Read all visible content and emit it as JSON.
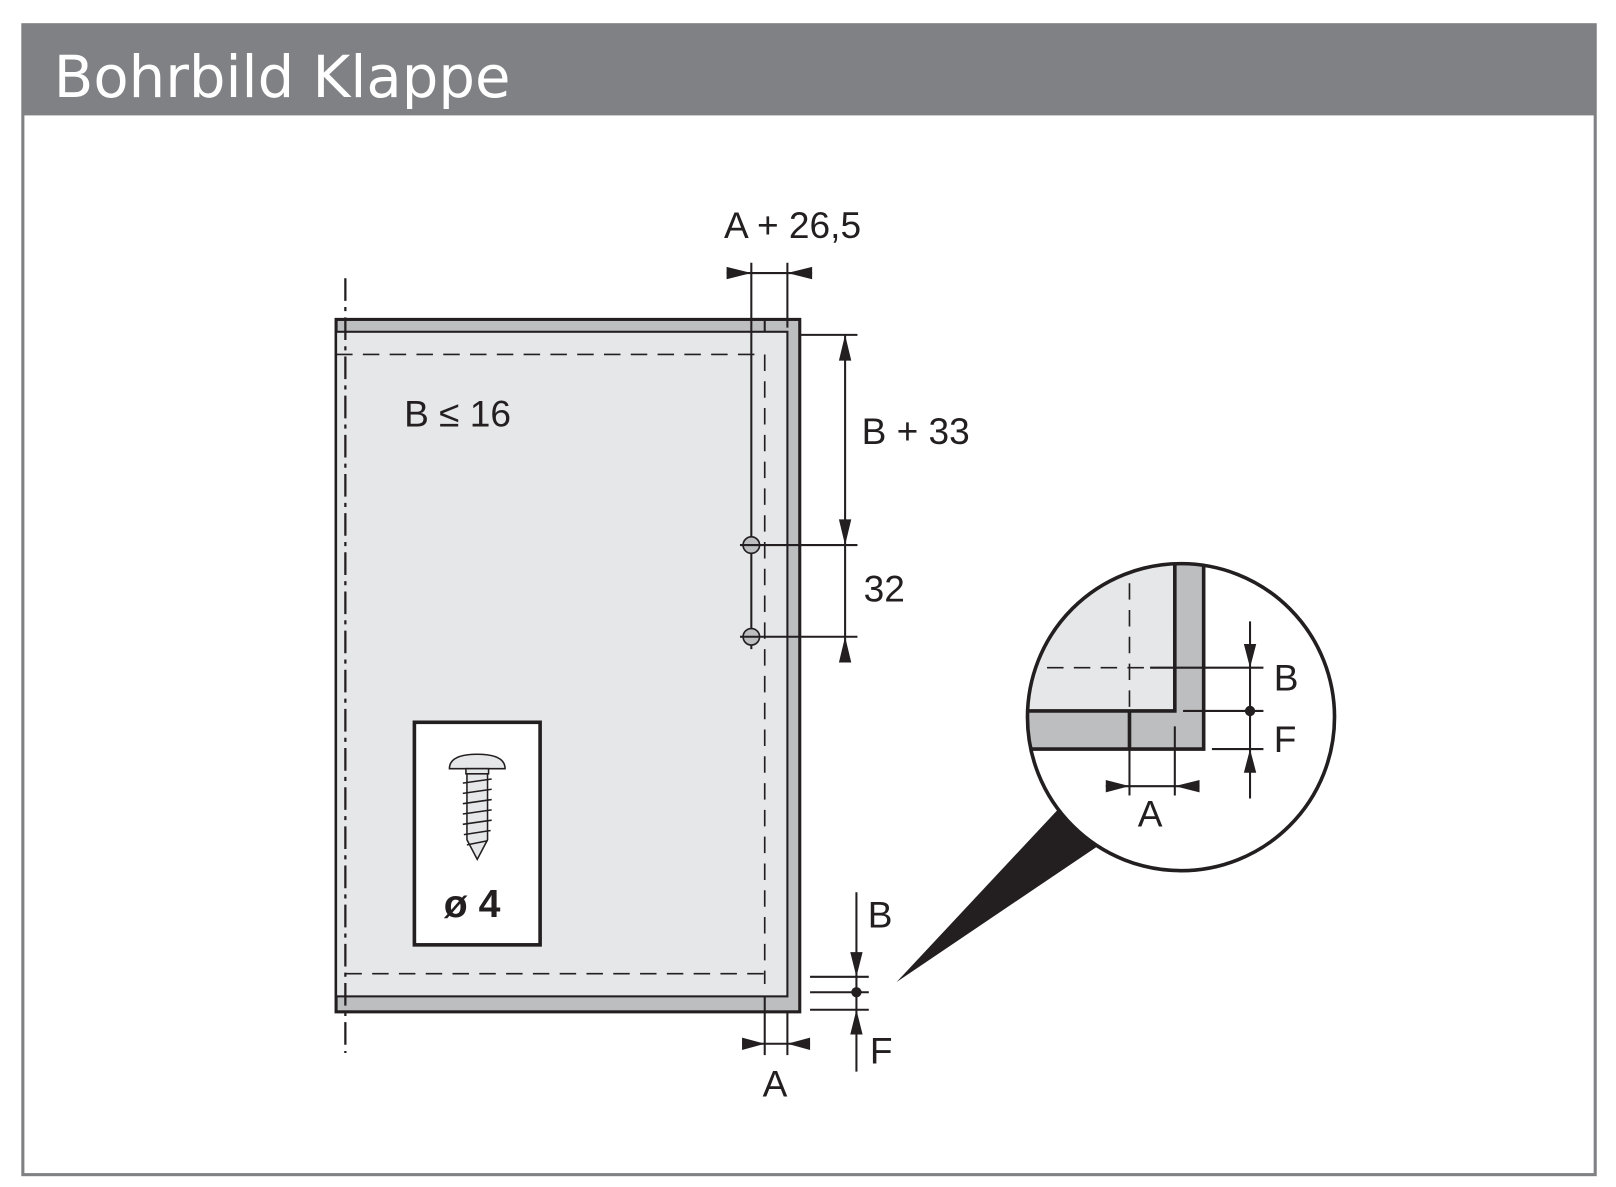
{
  "header": {
    "title": "Bohrbild Klappe"
  },
  "drawing": {
    "top_dimension": "A + 26,5",
    "panel_note": "B ≤ 16",
    "vertical_dimension_1": "B + 33",
    "vertical_dimension_2": "32",
    "screw_label": "ø 4",
    "bottom_dimension": "A",
    "side_label_b": "B",
    "side_label_f": "F",
    "detail": {
      "label_a": "A",
      "label_b": "B",
      "label_f": "F"
    }
  },
  "colors": {
    "header": "#808184",
    "panel_light": "#e6e7e8",
    "panel_edge": "#bcbec0",
    "line": "#231f20"
  }
}
